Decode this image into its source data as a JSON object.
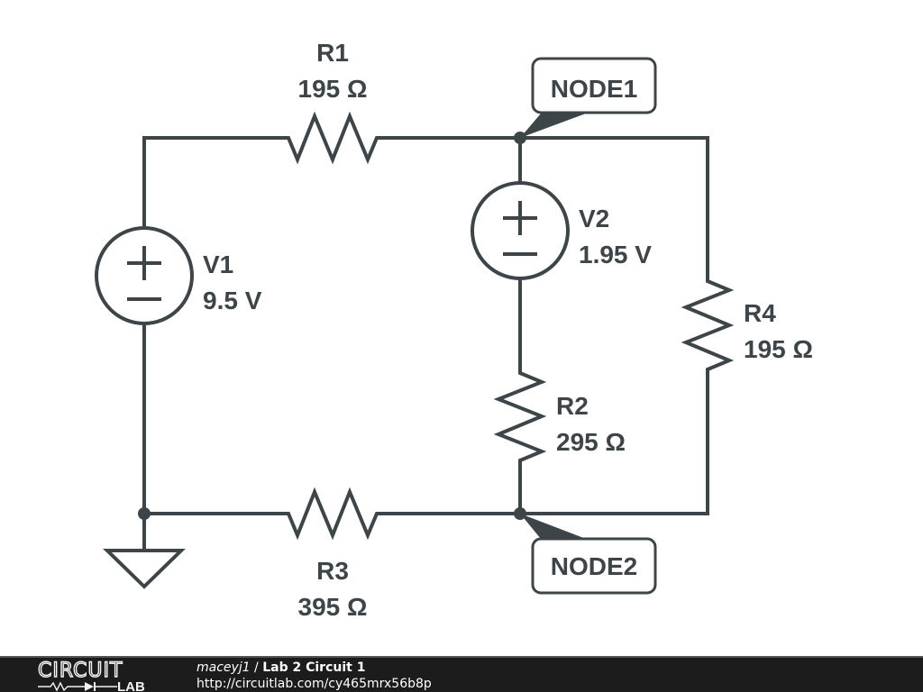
{
  "circuit": {
    "components": {
      "R1": {
        "name": "R1",
        "value": "195 Ω"
      },
      "R2": {
        "name": "R2",
        "value": "295 Ω"
      },
      "R3": {
        "name": "R3",
        "value": "395 Ω"
      },
      "R4": {
        "name": "R4",
        "value": "195 Ω"
      },
      "V1": {
        "name": "V1",
        "value": "9.5 V",
        "plus": "+",
        "minus": "−"
      },
      "V2": {
        "name": "V2",
        "value": "1.95 V",
        "plus": "+",
        "minus": "−"
      }
    },
    "nodes": {
      "node1": "NODE1",
      "node2": "NODE2"
    }
  },
  "footer": {
    "logo_top": "CIRCUIT",
    "logo_bottom": "LAB",
    "user": "maceyj1",
    "separator": " / ",
    "title": "Lab 2 Circuit 1",
    "url": "http://circuitlab.com/cy465mrx56b8p"
  }
}
